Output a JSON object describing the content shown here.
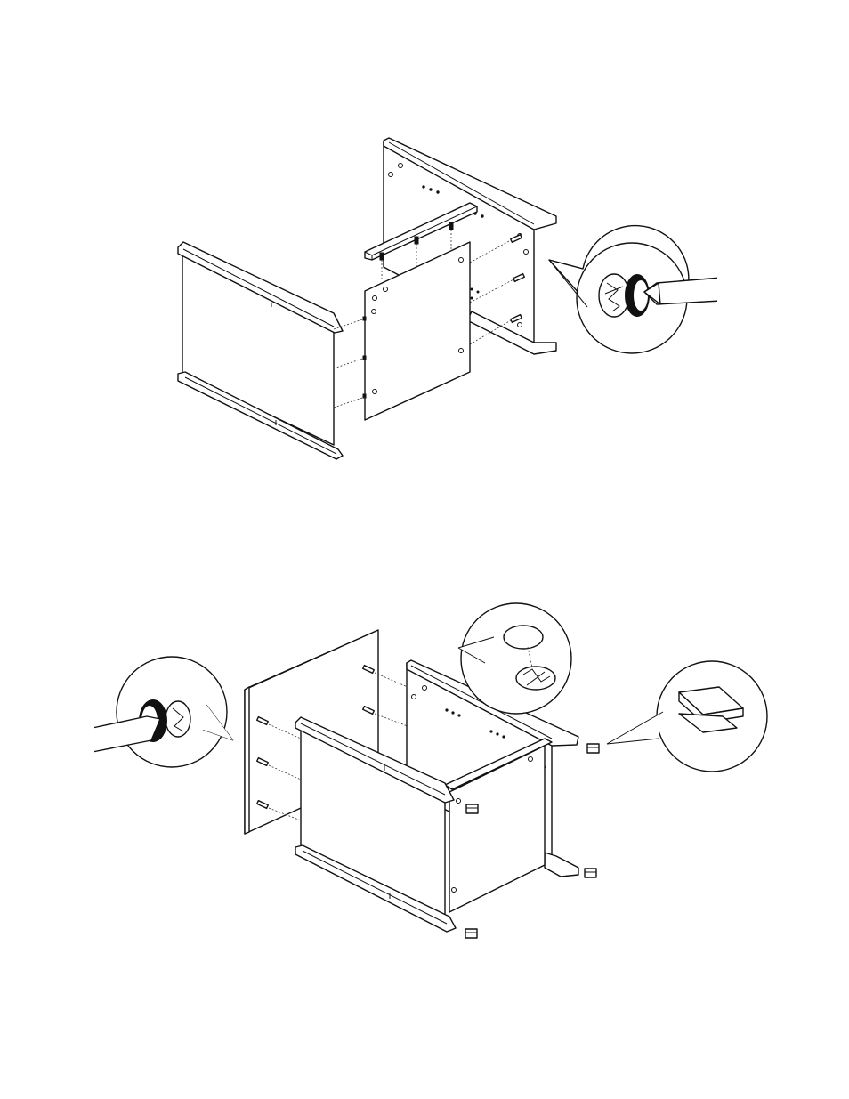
{
  "page": {
    "background": "#ffffff",
    "line_color": "#111111"
  },
  "steps": [
    {
      "id": "step-1",
      "icons": [
        "cam-lock-screwdriver-detail"
      ]
    },
    {
      "id": "step-2",
      "icons": [
        "cam-lock-screwdriver-detail",
        "cam-insert-detail",
        "foot-pad-detail"
      ]
    }
  ]
}
